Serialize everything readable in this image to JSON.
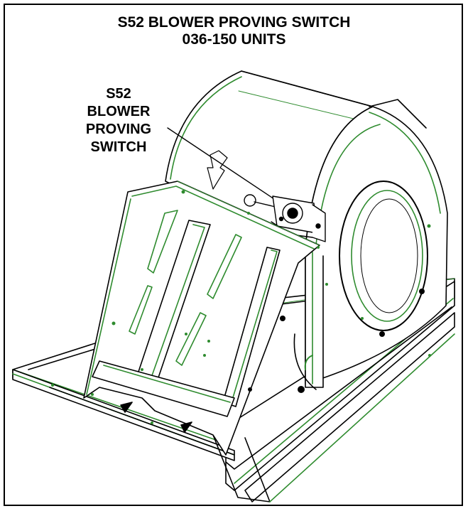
{
  "title": {
    "line1": "S52 BLOWER PROVING SWITCH",
    "line2": "036-150 UNITS"
  },
  "callout": {
    "lines": [
      "S52",
      "BLOWER",
      "PROVING",
      "SWITCH"
    ]
  },
  "colors": {
    "outline": "#000000",
    "edge_highlight": "#2e8b2e",
    "background": "#ffffff"
  }
}
